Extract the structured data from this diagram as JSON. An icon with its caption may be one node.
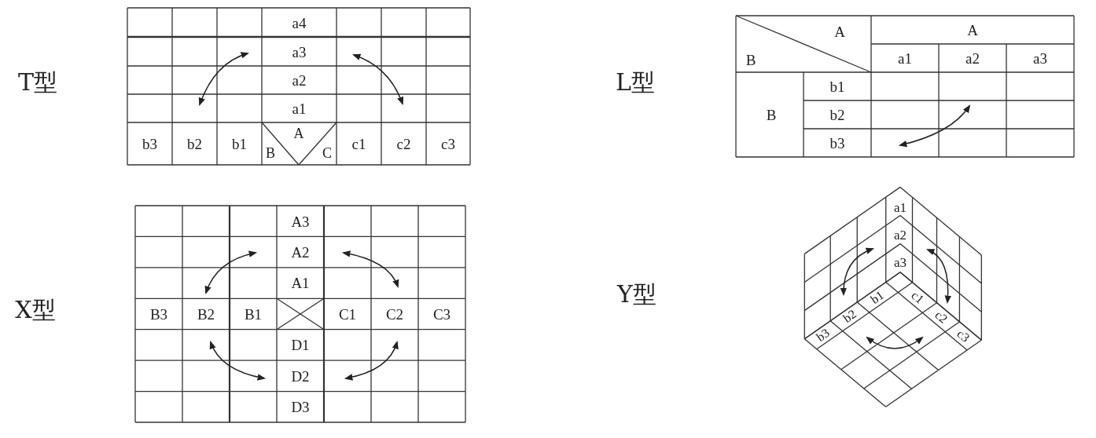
{
  "diagram": {
    "labels": [
      "T型",
      "a4",
      "a3",
      "a2",
      "a1",
      "b3",
      "b2",
      "b1",
      "A",
      "B",
      "C",
      "c1",
      "c2",
      "c3",
      "L型",
      "A",
      "A",
      "B",
      "a1",
      "a2",
      "a3",
      "B",
      "b1",
      "b2",
      "b3",
      "X型",
      "A3",
      "A2",
      "A1",
      "B3",
      "B2",
      "B1",
      "C1",
      "C2",
      "C3",
      "D1",
      "D2",
      "D3",
      "Y型",
      "a1",
      "a2",
      "a3",
      "b1",
      "c1",
      "b2",
      "c2",
      "b3",
      "c3"
    ]
  }
}
